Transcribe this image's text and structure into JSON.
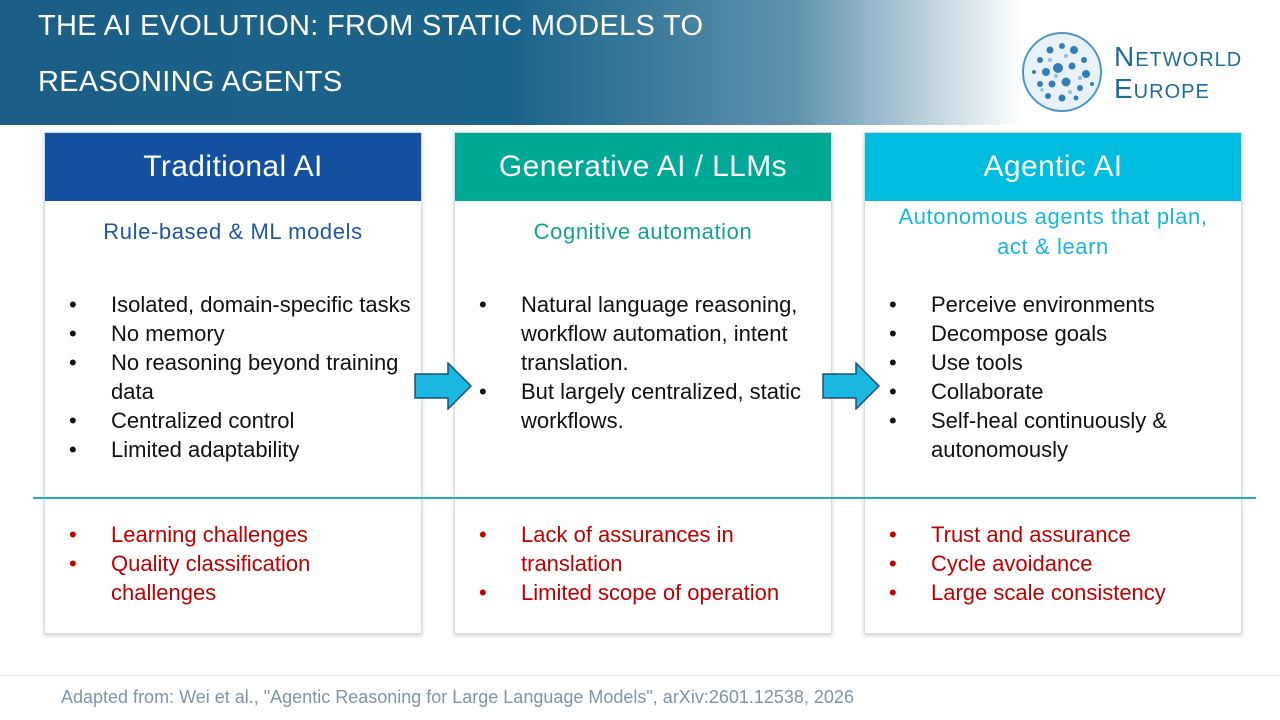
{
  "header": {
    "title_line1": "THE AI EVOLUTION: FROM STATIC MODELS TO",
    "title_line2": "REASONING AGENTS",
    "logo_line1": "Networld",
    "logo_line2": "Europe"
  },
  "colors": {
    "traditional": "#1351a0",
    "generative": "#00a896",
    "agentic": "#00bde0",
    "challenge_text": "#c00000",
    "divider": "#29a6cc",
    "arrow_fill": "#1ab7e0"
  },
  "cards": [
    {
      "heading": "Traditional AI",
      "subtitle": "Rule-based & ML models",
      "items": [
        "Isolated, domain-specific tasks",
        "No memory",
        "No reasoning beyond training data",
        "Centralized control",
        "Limited adaptability"
      ],
      "challenges": [
        "Learning challenges",
        "Quality classification challenges"
      ]
    },
    {
      "heading": "Generative AI / LLMs",
      "subtitle": "Cognitive automation",
      "items": [
        "Natural language reasoning, workflow automation, intent translation.",
        "But largely centralized, static workflows."
      ],
      "challenges": [
        "Lack of assurances in translation",
        "Limited scope of operation"
      ]
    },
    {
      "heading": "Agentic AI",
      "subtitle": "Autonomous agents that plan, act & learn",
      "items": [
        "Perceive environments",
        "Decompose goals",
        "Use tools",
        "Collaborate",
        "Self-heal continuously & autonomously"
      ],
      "challenges": [
        "Trust and assurance",
        "Cycle avoidance",
        "Large scale consistency"
      ]
    }
  ],
  "bullet": "•",
  "footer": {
    "citation": "Adapted from: Wei et al., \"Agentic Reasoning for Large Language Models\", arXiv:2601.12538, 2026"
  }
}
